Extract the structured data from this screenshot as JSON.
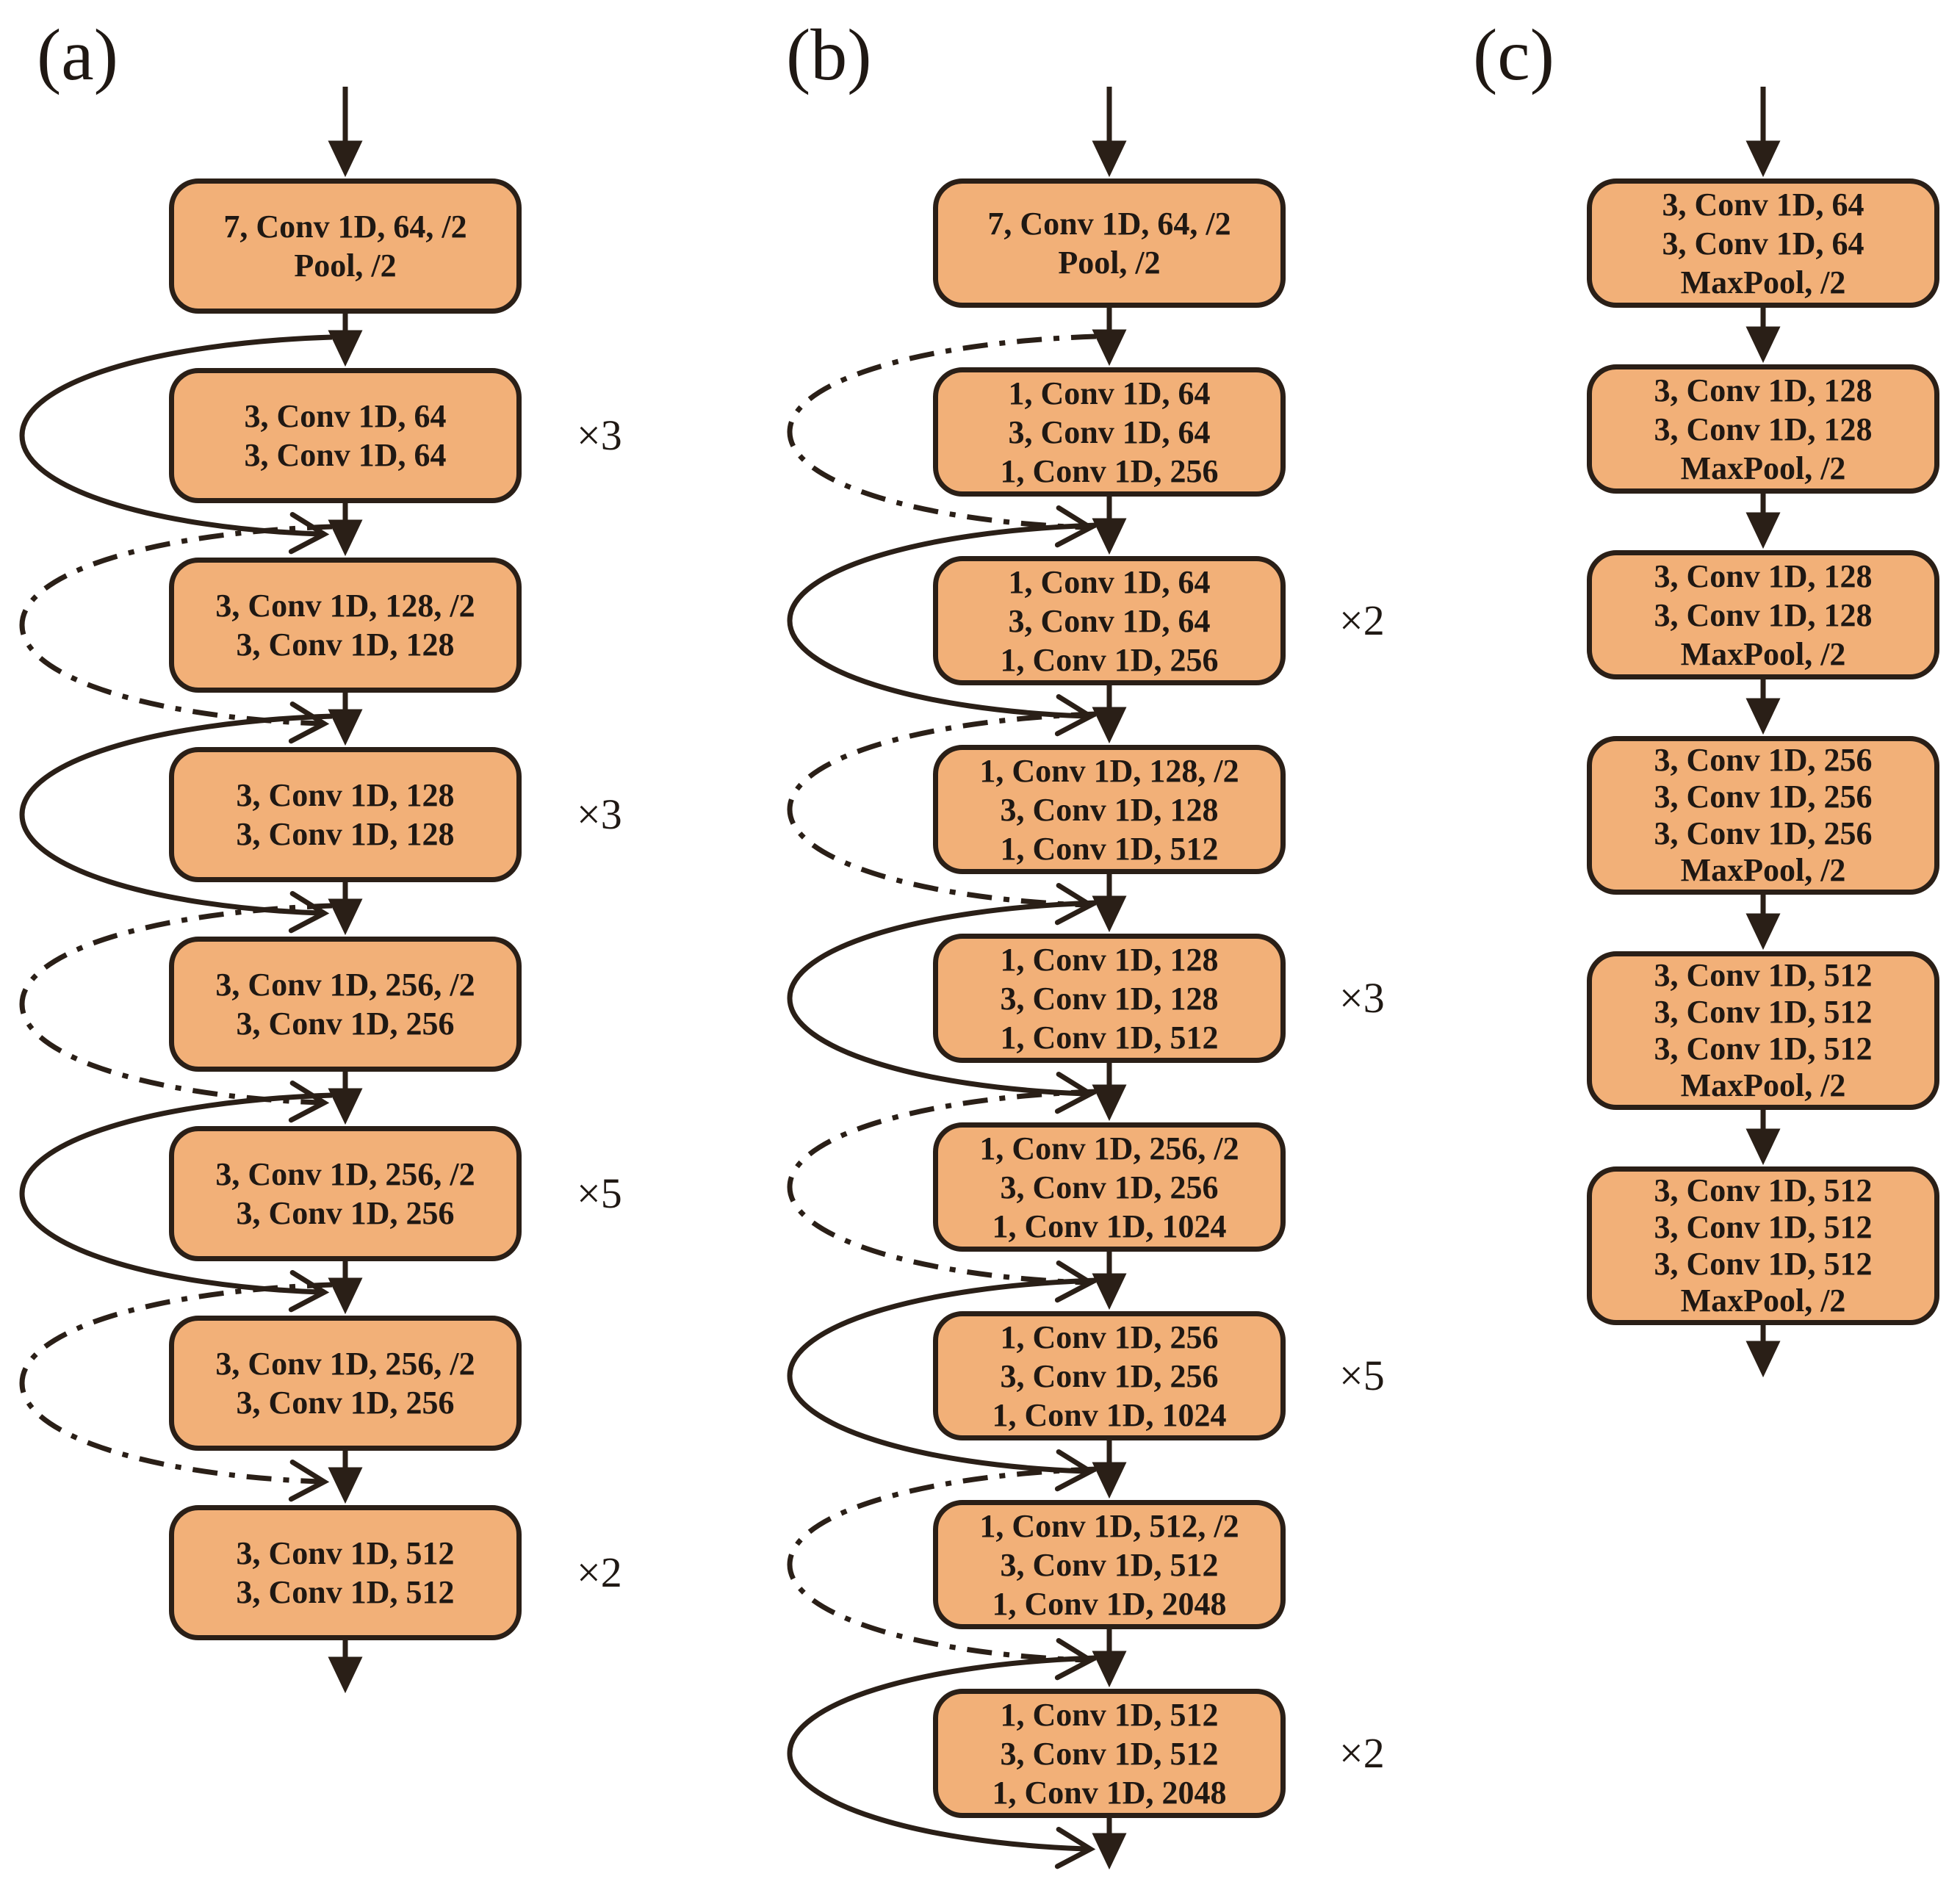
{
  "colors": {
    "box_fill": "#F2B078",
    "stroke": "#2A1F17",
    "text": "#1F1813",
    "background": "#FFFFFF"
  },
  "panels": [
    {
      "label": "(a)",
      "blocks": [
        {
          "lines": [
            "7, Conv 1D, 64, /2",
            "Pool, /2"
          ],
          "repeat": "",
          "skip": "none"
        },
        {
          "lines": [
            "3, Conv 1D, 64",
            "3, Conv 1D, 64"
          ],
          "repeat": "×3",
          "skip": "solid"
        },
        {
          "lines": [
            "3, Conv 1D, 128, /2",
            "3, Conv 1D, 128"
          ],
          "repeat": "",
          "skip": "dashed"
        },
        {
          "lines": [
            "3, Conv 1D, 128",
            "3, Conv 1D, 128"
          ],
          "repeat": "×3",
          "skip": "solid"
        },
        {
          "lines": [
            "3, Conv 1D, 256, /2",
            "3, Conv 1D, 256"
          ],
          "repeat": "",
          "skip": "dashed"
        },
        {
          "lines": [
            "3, Conv 1D, 256, /2",
            "3, Conv 1D, 256"
          ],
          "repeat": "×5",
          "skip": "solid"
        },
        {
          "lines": [
            "3, Conv 1D, 256, /2",
            "3, Conv 1D, 256"
          ],
          "repeat": "",
          "skip": "dashed"
        },
        {
          "lines": [
            "3, Conv 1D, 512",
            "3, Conv 1D, 512"
          ],
          "repeat": "×2",
          "skip": "none"
        }
      ]
    },
    {
      "label": "(b)",
      "blocks": [
        {
          "lines": [
            "7, Conv 1D, 64, /2",
            "Pool, /2"
          ],
          "repeat": "",
          "skip": "none"
        },
        {
          "lines": [
            "1, Conv 1D, 64",
            "3, Conv 1D, 64",
            "1, Conv 1D, 256"
          ],
          "repeat": "",
          "skip": "dashed"
        },
        {
          "lines": [
            "1, Conv 1D, 64",
            "3, Conv 1D, 64",
            "1, Conv 1D, 256"
          ],
          "repeat": "×2",
          "skip": "solid"
        },
        {
          "lines": [
            "1, Conv 1D, 128, /2",
            "3, Conv 1D, 128",
            "1, Conv 1D, 512"
          ],
          "repeat": "",
          "skip": "dashed"
        },
        {
          "lines": [
            "1, Conv 1D, 128",
            "3, Conv 1D, 128",
            "1, Conv 1D, 512"
          ],
          "repeat": "×3",
          "skip": "solid"
        },
        {
          "lines": [
            "1, Conv 1D, 256, /2",
            "3, Conv 1D, 256",
            "1, Conv 1D, 1024"
          ],
          "repeat": "",
          "skip": "dashed"
        },
        {
          "lines": [
            "1, Conv 1D, 256",
            "3, Conv 1D, 256",
            "1, Conv 1D, 1024"
          ],
          "repeat": "×5",
          "skip": "solid"
        },
        {
          "lines": [
            "1, Conv 1D, 512, /2",
            "3, Conv 1D, 512",
            "1, Conv 1D, 2048"
          ],
          "repeat": "",
          "skip": "dashed"
        },
        {
          "lines": [
            "1, Conv 1D, 512",
            "3, Conv 1D, 512",
            "1, Conv 1D, 2048"
          ],
          "repeat": "×2",
          "skip": "solid"
        }
      ]
    },
    {
      "label": "(c)",
      "blocks": [
        {
          "lines": [
            "3, Conv 1D, 64",
            "3, Conv 1D, 64",
            "MaxPool, /2"
          ],
          "repeat": "",
          "skip": "none"
        },
        {
          "lines": [
            "3, Conv 1D, 128",
            "3, Conv 1D, 128",
            "MaxPool, /2"
          ],
          "repeat": "",
          "skip": "none"
        },
        {
          "lines": [
            "3, Conv 1D, 128",
            "3, Conv 1D, 128",
            "MaxPool, /2"
          ],
          "repeat": "",
          "skip": "none"
        },
        {
          "lines": [
            "3, Conv 1D, 256",
            "3, Conv 1D, 256",
            "3, Conv 1D, 256",
            "MaxPool, /2"
          ],
          "repeat": "",
          "skip": "none"
        },
        {
          "lines": [
            "3, Conv 1D, 512",
            "3, Conv 1D, 512",
            "3, Conv 1D, 512",
            "MaxPool, /2"
          ],
          "repeat": "",
          "skip": "none"
        },
        {
          "lines": [
            "3, Conv 1D, 512",
            "3, Conv 1D, 512",
            "3, Conv 1D, 512",
            "MaxPool, /2"
          ],
          "repeat": "",
          "skip": "none"
        }
      ]
    }
  ]
}
